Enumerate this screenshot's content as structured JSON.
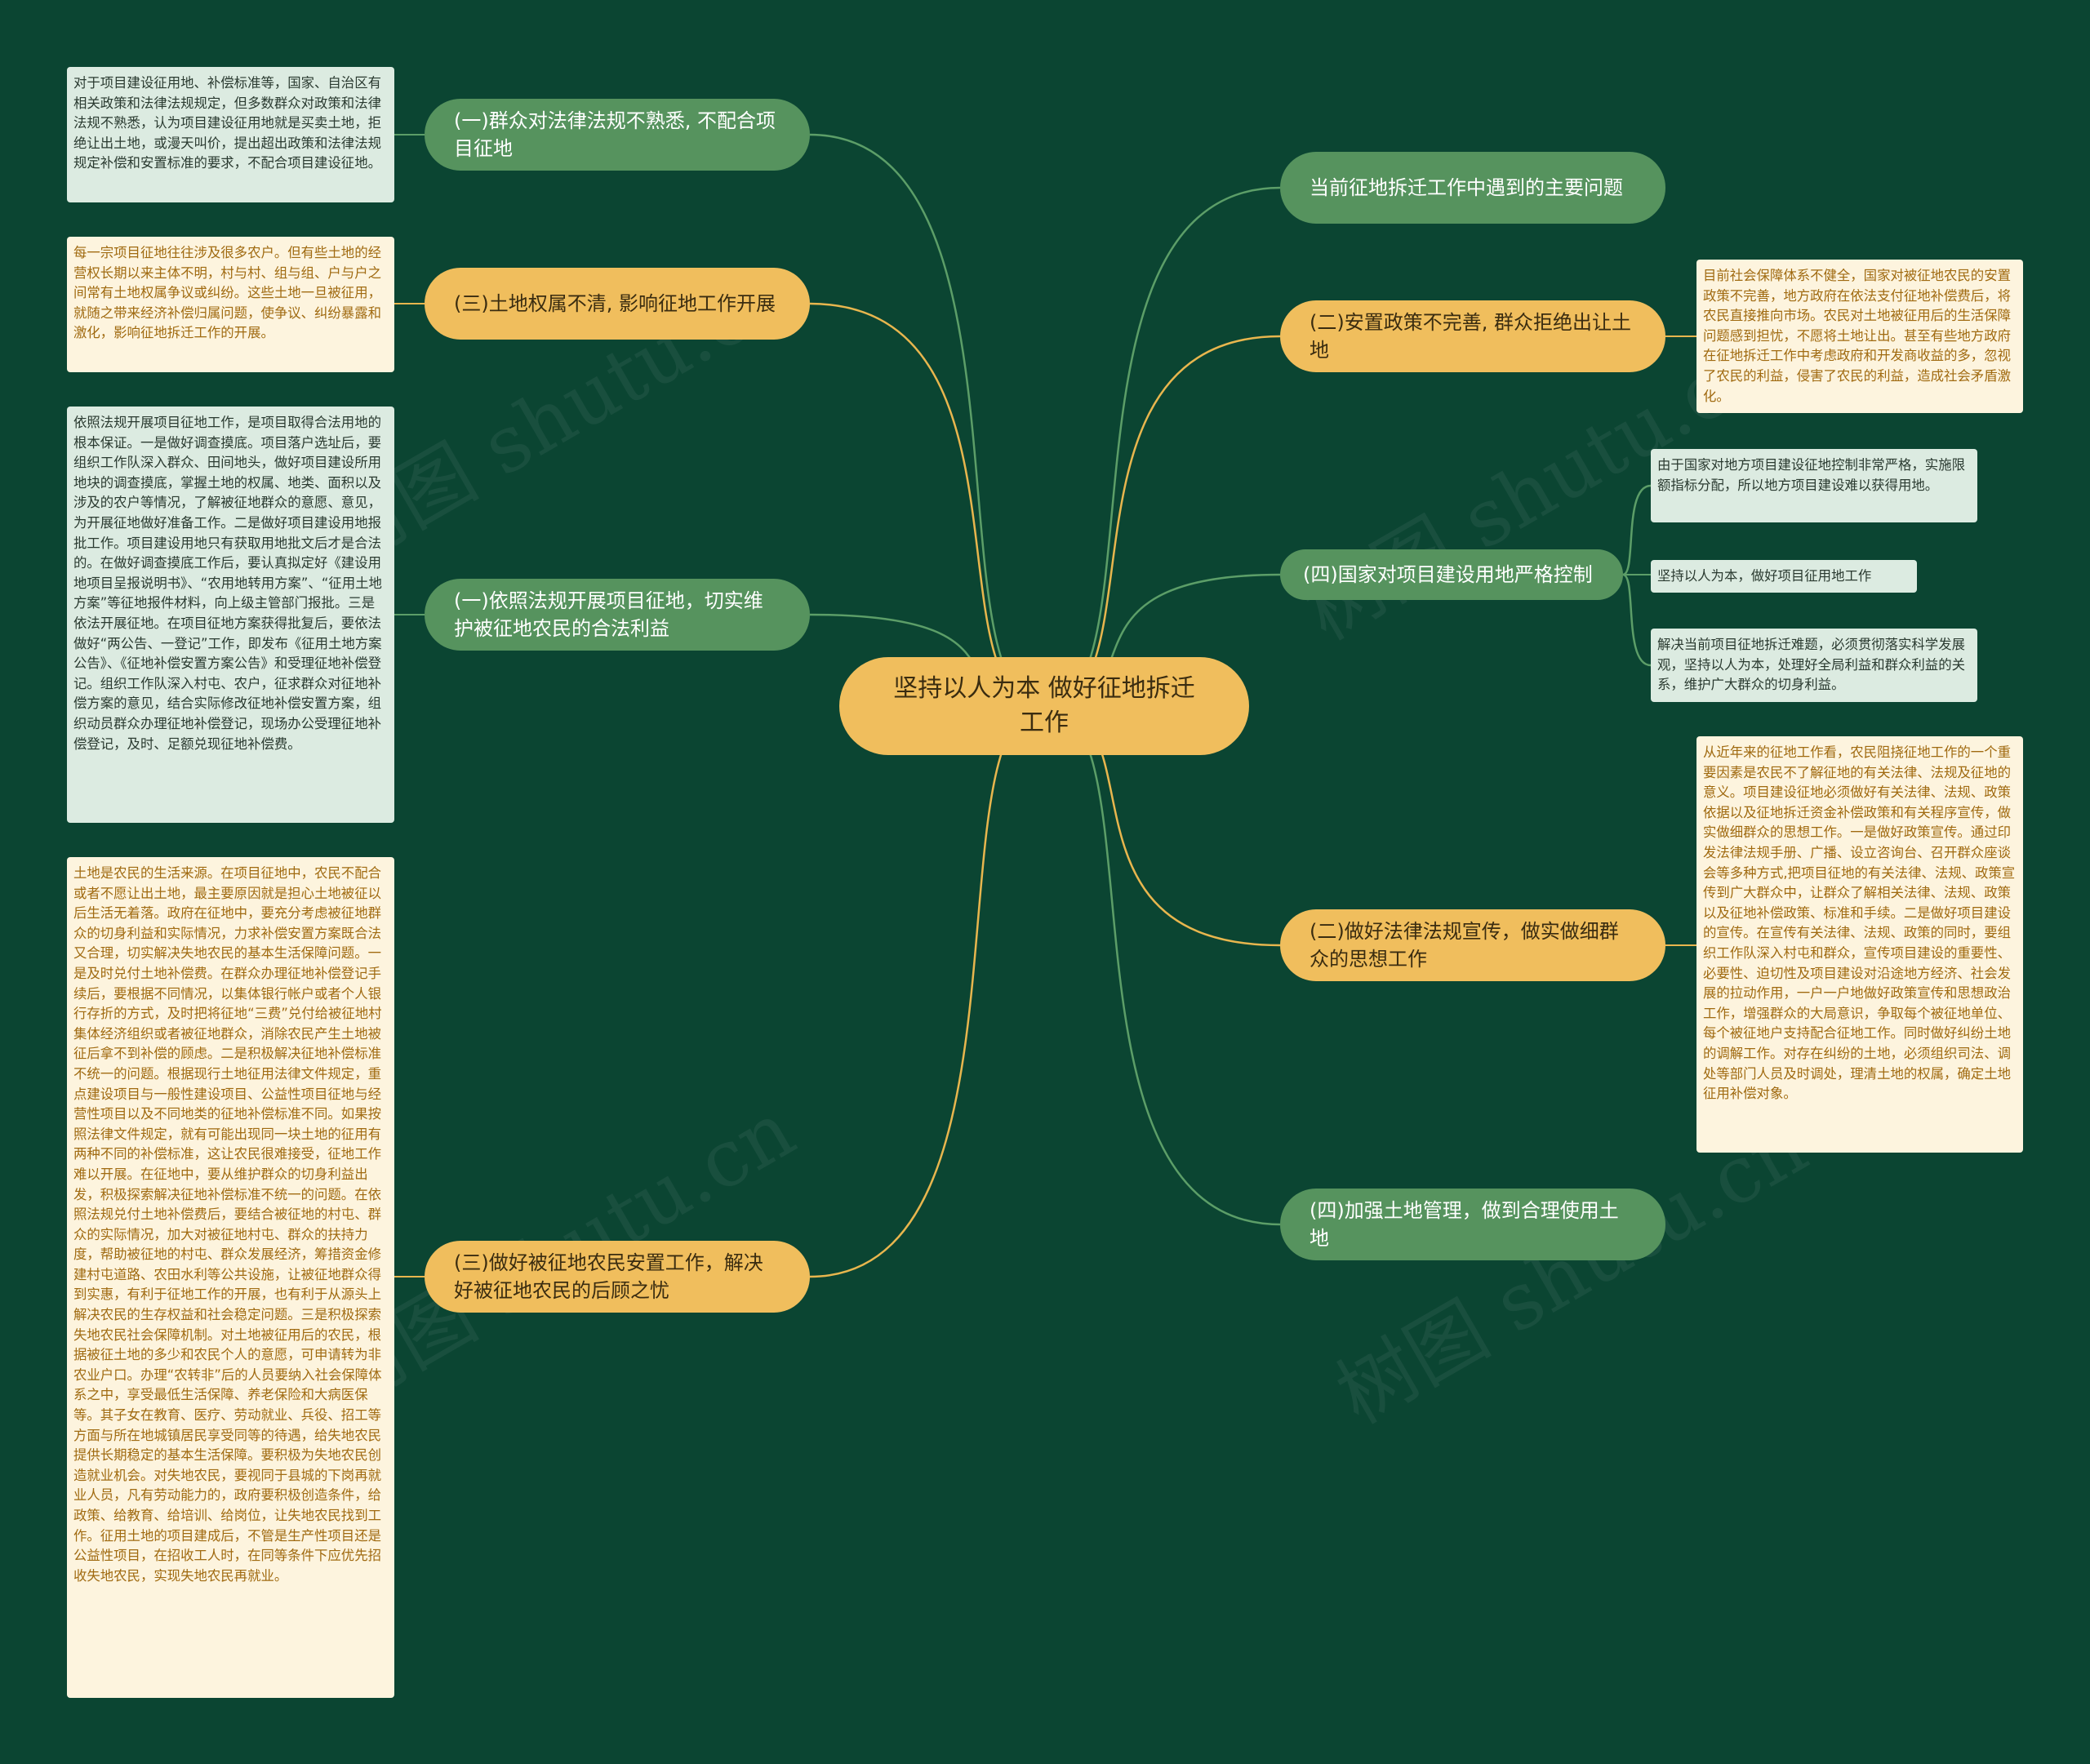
{
  "center": {
    "title": "坚持以人为本 做好征地拆迁工作"
  },
  "left": [
    {
      "label": "(一)群众对法律法规不熟悉, 不配合项目征地",
      "note": "对于项目建设征用地、补偿标准等，国家、自治区有相关政策和法律法规规定，但多数群众对政策和法律法规不熟悉，认为项目建设征用地就是买卖土地，拒绝让出土地，或漫天叫价，提出超出政策和法律法规规定补偿和安置标准的要求，不配合项目建设征地。"
    },
    {
      "label": "(三)土地权属不清, 影响征地工作开展",
      "note": "每一宗项目征地往往涉及很多农户。但有些土地的经营权长期以来主体不明，村与村、组与组、户与户之间常有土地权属争议或纠纷。这些土地一旦被征用，就随之带来经济补偿归属问题，使争议、纠纷暴露和激化，影响征地拆迁工作的开展。"
    },
    {
      "label": "(一)依照法规开展项目征地，切实维护被征地农民的合法利益",
      "note": "依照法规开展项目征地工作，是项目取得合法用地的根本保证。一是做好调查摸底。项目落户选址后，要组织工作队深入群众、田间地头，做好项目建设所用地块的调查摸底，掌握土地的权属、地类、面积以及涉及的农户等情况，了解被征地群众的意愿、意见，为开展征地做好准备工作。二是做好项目建设用地报批工作。项目建设用地只有获取用地批文后才是合法的。在做好调查摸底工作后，要认真拟定好《建设用地项目呈报说明书》、“农用地转用方案”、“征用土地方案”等征地报件材料，向上级主管部门报批。三是依法开展征地。在项目征地方案获得批复后，要依法做好“两公告、一登记”工作，即发布《征用土地方案公告》、《征地补偿安置方案公告》和受理征地补偿登记。组织工作队深入村屯、农户，征求群众对征地补偿方案的意见，结合实际修改征地补偿安置方案，组织动员群众办理征地补偿登记，现场办公受理征地补偿登记，及时、足额兑现征地补偿费。"
    },
    {
      "label": "(三)做好被征地农民安置工作，解决好被征地农民的后顾之忧",
      "note": "土地是农民的生活来源。在项目征地中，农民不配合或者不愿让出土地，最主要原因就是担心土地被征以后生活无着落。政府在征地中，要充分考虑被征地群众的切身利益和实际情况，力求补偿安置方案既合法又合理，切实解决失地农民的基本生活保障问题。一是及时兑付土地补偿费。在群众办理征地补偿登记手续后，要根据不同情况，以集体银行帐户或者个人银行存折的方式，及时把将征地“三费”兑付给被征地村集体经济组织或者被征地群众，消除农民产生土地被征后拿不到补偿的顾虑。二是积极解决征地补偿标准不统一的问题。根据现行土地征用法律文件规定，重点建设项目与一般性建设项目、公益性项目征地与经营性项目以及不同地类的征地补偿标准不同。如果按照法律文件规定，就有可能出现同一块土地的征用有两种不同的补偿标准，这让农民很难接受，征地工作难以开展。在征地中，要从维护群众的切身利益出发，积极探索解决征地补偿标准不统一的问题。在依照法规兑付土地补偿费后，要结合被征地的村屯、群众的实际情况，加大对被征地村屯、群众的扶持力度，帮助被征地的村屯、群众发展经济，筹措资金修建村屯道路、农田水利等公共设施，让被征地群众得到实惠，有利于征地工作的开展，也有利于从源头上解决农民的生存权益和社会稳定问题。三是积极探索失地农民社会保障机制。对土地被征用后的农民，根据被征土地的多少和农民个人的意愿，可申请转为非农业户口。办理“农转非”后的人员要纳入社会保障体系之中，享受最低生活保障、养老保险和大病医保等。其子女在教育、医疗、劳动就业、兵役、招工等方面与所在地城镇居民享受同等的待遇，给失地农民提供长期稳定的基本生活保障。要积极为失地农民创造就业机会。对失地农民，要视同于县城的下岗再就业人员，凡有劳动能力的，政府要积极创造条件，给政策、给教育、给培训、给岗位，让失地农民找到工作。征用土地的项目建成后，不管是生产性项目还是公益性项目，在招收工人时，在同等条件下应优先招收失地农民，实现失地农民再就业。"
    }
  ],
  "right": [
    {
      "label": "当前征地拆迁工作中遇到的主要问题"
    },
    {
      "label": "(二)安置政策不完善, 群众拒绝出让土地",
      "note": "目前社会保障体系不健全，国家对被征地农民的安置政策不完善，地方政府在依法支付征地补偿费后，将农民直接推向市场。农民对土地被征用后的生活保障问题感到担忧，不愿将土地让出。甚至有些地方政府在征地拆迁工作中考虑政府和开发商收益的多，忽视了农民的利益，侵害了农民的利益，造成社会矛盾激化。"
    },
    {
      "label": "(四)国家对项目建设用地严格控制",
      "subs": [
        "由于国家对地方项目建设征地控制非常严格，实施限额指标分配，所以地方项目建设难以获得用地。",
        "坚持以人为本，做好项目征用地工作",
        "解决当前项目征地拆迁难题，必须贯彻落实科学发展观，坚持以人为本，处理好全局利益和群众利益的关系，维护广大群众的切身利益。"
      ]
    },
    {
      "label": "(二)做好法律法规宣传，做实做细群众的思想工作",
      "note": "从近年来的征地工作看，农民阻挠征地工作的一个重要因素是农民不了解征地的有关法律、法规及征地的意义。项目建设征地必须做好有关法律、法规、政策依据以及征地拆迁资金补偿政策和有关程序宣传，做实做细群众的思想工作。一是做好政策宣传。通过印发法律法规手册、广播、设立咨询台、召开群众座谈会等多种方式,把项目征地的有关法律、法规、政策宣传到广大群众中，让群众了解相关法律、法规、政策以及征地补偿政策、标准和手续。二是做好项目建设的宣传。在宣传有关法律、法规、政策的同时，要组织工作队深入村屯和群众，宣传项目建设的重要性、必要性、迫切性及项目建设对沿途地方经济、社会发展的拉动作用，一户一户地做好政策宣传和思想政治工作，增强群众的大局意识，争取每个被征地单位、每个被征地户支持配合征地工作。同时做好纠纷土地的调解工作。对存在纠纷的土地，必须组织司法、调处等部门人员及时调处，理清土地的权属，确定土地征用补偿对象。"
    },
    {
      "label": "(四)加强土地管理，做到合理使用土地"
    }
  ],
  "colors": {
    "background": "#0b4532",
    "green_node": "#56935e",
    "yellow_node": "#f0be5d",
    "green_link": "#5c9e68",
    "yellow_link": "#e8b64e"
  }
}
